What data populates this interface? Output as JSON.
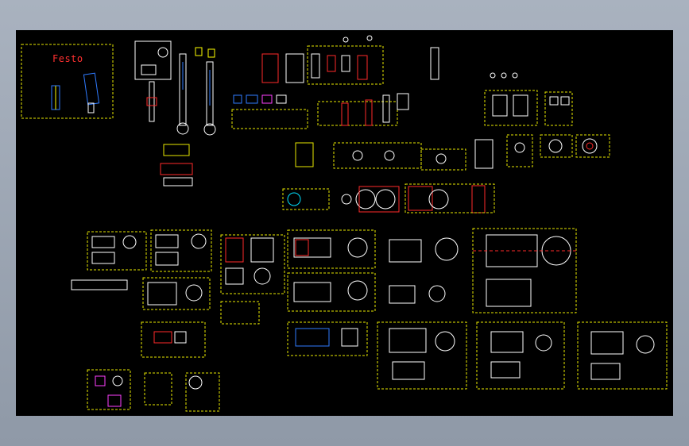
{
  "title_block": {
    "brand": "Festo"
  },
  "colors": {
    "background": "#000000",
    "frame": "#e8e800",
    "line_white": "#ffffff",
    "line_red": "#ff2a2a",
    "line_blue": "#2f7bff",
    "line_cyan": "#00e0ff",
    "line_green": "#2aff2a",
    "line_magenta": "#ff40ff",
    "line_yellow": "#ffff00"
  },
  "icons": [
    "cylinder-symbol",
    "motor-side-view",
    "motor-front-view",
    "gear-reducer",
    "valve-symbol"
  ]
}
